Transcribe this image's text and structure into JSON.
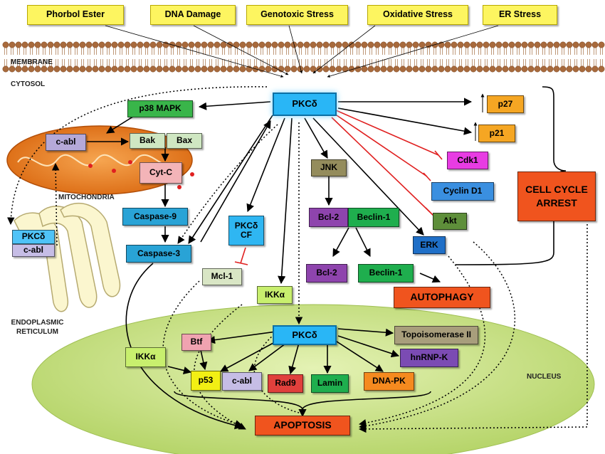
{
  "stimuli": [
    "Phorbol Ester",
    "DNA Damage",
    "Genotoxic Stress",
    "Oxidative Stress",
    "ER Stress"
  ],
  "compartments": {
    "membrane": "MEMBRANE",
    "cytosol": "CYTOSOL",
    "mitochondria": "MITOCHONDRIA",
    "er": "ENDOPLASMIC RETICULUM",
    "nucleus": "NUCLEUS"
  },
  "nodes": {
    "pkcd_main": "PKCδ",
    "p38": "p38 MAPK",
    "cabl_mito": "c-abl",
    "bak": "Bak",
    "bax": "Bax",
    "cytc": "Cyt-C",
    "casp9": "Caspase-9",
    "casp3": "Caspase-3",
    "pkcd_er": "PKCδ",
    "cabl_er": "c-abl",
    "pkcd_cf": "PKCδ CF",
    "mcl1": "Mcl-1",
    "ikka_cyto": "IKKα",
    "jnk": "JNK",
    "bcl2_a": "Bcl-2",
    "beclin_a": "Beclin-1",
    "bcl2_b": "Bcl-2",
    "beclin_b": "Beclin-1",
    "autophagy": "AUTOPHAGY",
    "p27": "p27",
    "p21": "p21",
    "cdk1": "Cdk1",
    "cyclind1": "Cyclin D1",
    "akt": "Akt",
    "erk": "ERK",
    "cell_cycle_arrest": "CELL CYCLE ARREST",
    "pkcd_nuc": "PKCδ",
    "btf": "Btf",
    "ikka_nuc": "IKKα",
    "p53": "p53",
    "cabl_nuc": "c-abl",
    "rad9": "Rad9",
    "lamin": "Lamin",
    "dnapk": "DNA-PK",
    "topo": "Topoisomerase II",
    "hnrnpk": "hnRNP-K",
    "apoptosis": "APOPTOSIS"
  },
  "colors": {
    "stimulus": "#fdf560",
    "pkcd": "#29b6f6",
    "green": "#39b54a",
    "olive": "#8f8a5a",
    "purple": "#8e44ad",
    "orange_red": "#f0541e",
    "inhibition": "#e02020",
    "nucleus": "#c6e08c",
    "mitochondria": "#e8801c"
  }
}
